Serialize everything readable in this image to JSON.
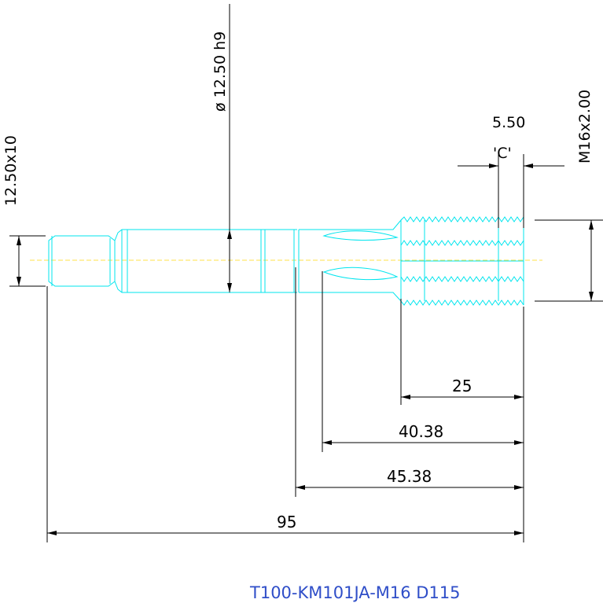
{
  "dimensions": {
    "shank_square": "12.50x10",
    "shank_diameter": "ø 12.50 h9",
    "thread_size": "M16x2.00",
    "chamfer_length": "5.50",
    "chamfer_label": "'C'",
    "thread_length": "25",
    "flute_length": "40.38",
    "neck_length": "45.38",
    "overall_length": "95"
  },
  "title": "T100-KM101JA-M16 D115",
  "colors": {
    "outline": "#00e5ee",
    "dimension": "#000000",
    "centerline": "#ffe24a",
    "title": "#2f4ec8"
  }
}
